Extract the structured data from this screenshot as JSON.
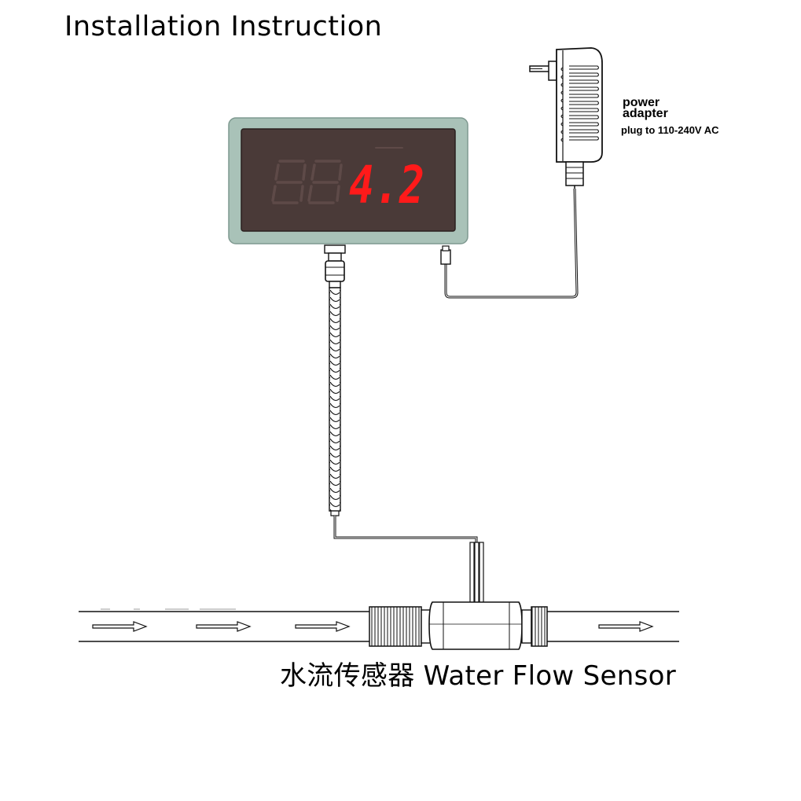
{
  "title": "Installation Instruction",
  "display": {
    "reading": "4.2",
    "digit_color": "#ff1a1a",
    "face_color": "#4a3a38",
    "frame_color": "#a9c2b8"
  },
  "power_adapter": {
    "label_line1": "power",
    "label_line2": "adapter",
    "spec": "plug to 110-240V AC"
  },
  "sensor": {
    "label": "水流传感器 Water Flow Sensor"
  },
  "flow_arrows": {
    "count": 4,
    "direction": "right"
  }
}
